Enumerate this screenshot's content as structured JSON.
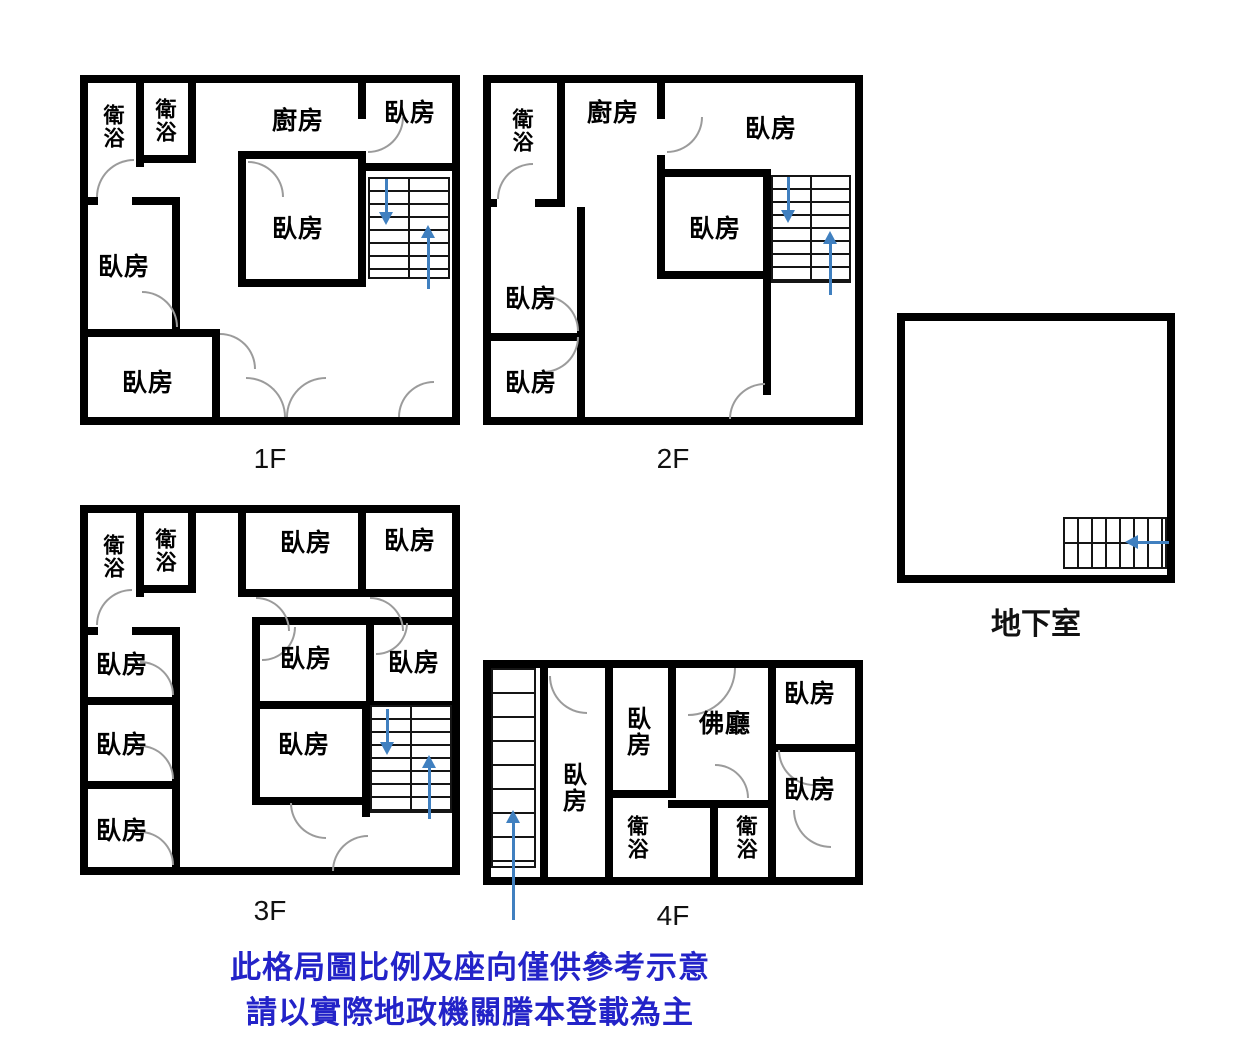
{
  "colors": {
    "wall": "#000000",
    "arrow_blue": "#4080c0",
    "disclaimer_blue": "#2323c8",
    "door_gray": "#9b9b9b"
  },
  "floors": {
    "f1": {
      "label": "1F",
      "rooms": {
        "bath1": "衛浴",
        "bath2": "衛浴",
        "kitchen": "廚房",
        "bed1": "臥房",
        "bed2": "臥房",
        "bed3": "臥房",
        "bed4": "臥房"
      }
    },
    "f2": {
      "label": "2F",
      "rooms": {
        "bath": "衛浴",
        "kitchen": "廚房",
        "bed1": "臥房",
        "bed2": "臥房",
        "bed3": "臥房",
        "bed4": "臥房"
      }
    },
    "f3": {
      "label": "3F",
      "rooms": {
        "bath1": "衛浴",
        "bath2": "衛浴",
        "bed1": "臥房",
        "bed2": "臥房",
        "bed3": "臥房",
        "bed4": "臥房",
        "bed5": "臥房",
        "bed6": "臥房",
        "bed7": "臥房",
        "bed8": "臥房"
      }
    },
    "f4": {
      "label": "4F",
      "rooms": {
        "bed1": "臥房",
        "bed2": "臥房",
        "buddha": "佛廳",
        "bed3": "臥房",
        "bed4": "臥房",
        "bath1": "衛浴",
        "bath2": "衛浴"
      }
    },
    "basement": {
      "label": "地下室"
    }
  },
  "disclaimer": {
    "line1": "此格局圖比例及座向僅供參考示意",
    "line2": "請以實際地政機關謄本登載為主"
  }
}
